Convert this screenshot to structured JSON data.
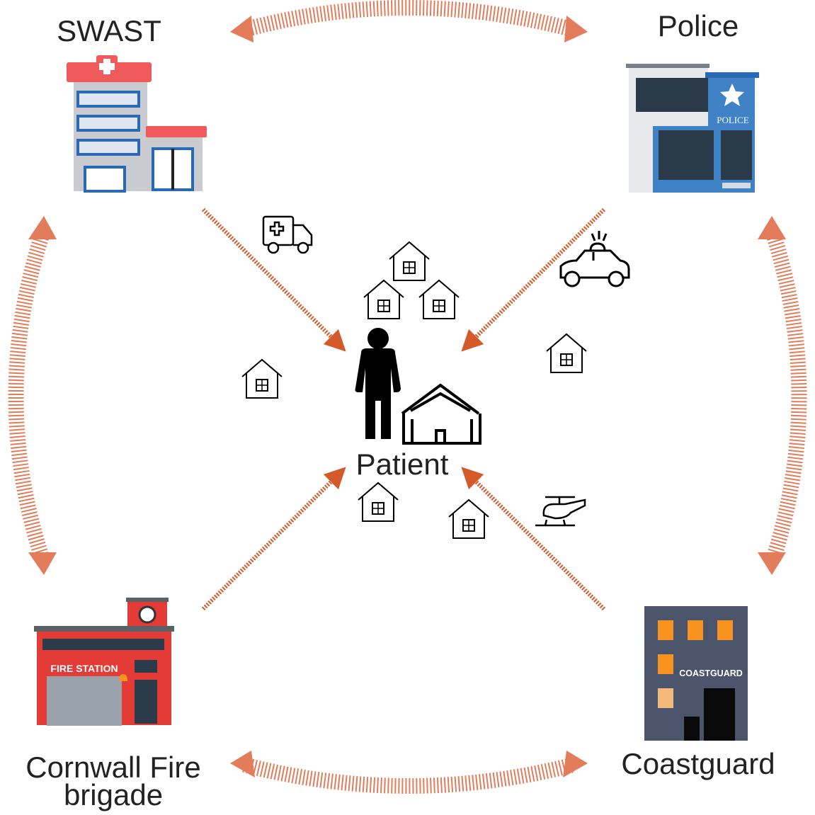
{
  "nodes": {
    "swast": {
      "label": "SWAST"
    },
    "police": {
      "label": "Police",
      "sign": "POLICE"
    },
    "fire": {
      "label_line1": "Cornwall Fire",
      "label_line2": "brigade",
      "sign": "FIRE STATION"
    },
    "coastguard": {
      "label": "Coastguard",
      "sign": "COASTGUARD"
    },
    "patient": {
      "label": "Patient"
    }
  },
  "icons": [
    "hospital-icon",
    "police-station-icon",
    "fire-station-icon",
    "coastguard-building-icon",
    "ambulance-icon",
    "police-car-icon",
    "helicopter-icon",
    "person-icon",
    "house-icon"
  ],
  "colors": {
    "arrow": "#e27c5a",
    "dashed_arrow": "#d45a2a",
    "red": "#f15a5a",
    "blue": "#2a6ab5",
    "fire_red": "#e33b35",
    "coastguard_gray": "#4a556c",
    "orange": "#f7931e"
  }
}
